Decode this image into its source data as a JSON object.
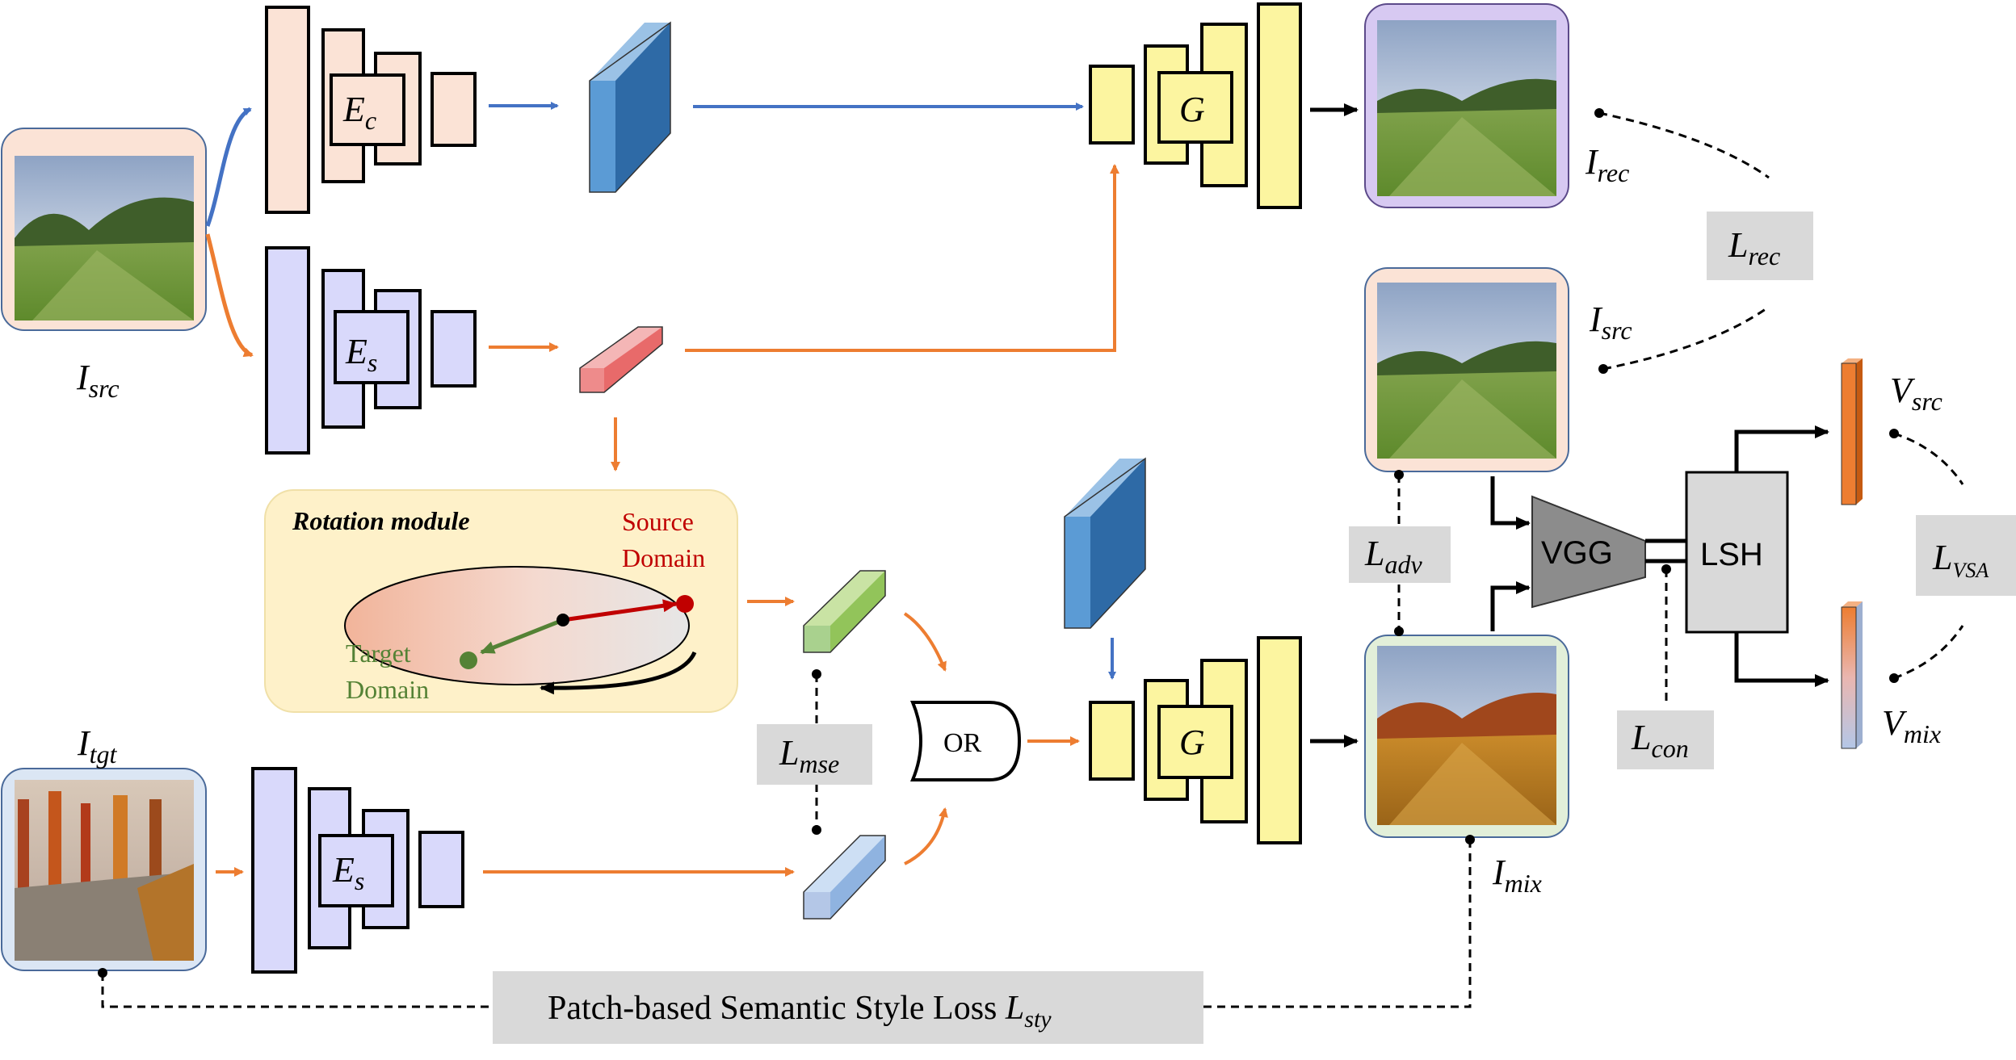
{
  "labels": {
    "i_src_left": {
      "main": "I",
      "sub": "src"
    },
    "i_tgt": {
      "main": "I",
      "sub": "tgt"
    },
    "i_rec": {
      "main": "I",
      "sub": "rec"
    },
    "i_src_right": {
      "main": "I",
      "sub": "src"
    },
    "i_mix": {
      "main": "I",
      "sub": "mix"
    },
    "enc_content": {
      "main": "E",
      "sub": "c"
    },
    "enc_style_top": {
      "main": "E",
      "sub": "s"
    },
    "enc_style_bottom": {
      "main": "E",
      "sub": "s"
    },
    "gen_top": "G",
    "gen_bottom": "G",
    "or_gate": "OR",
    "vgg": "VGG",
    "lsh": "LSH",
    "v_src": {
      "main": "V",
      "sub": "src"
    },
    "v_mix": {
      "main": "V",
      "sub": "mix"
    }
  },
  "losses": {
    "l_rec": {
      "main": "L",
      "sub": "rec"
    },
    "l_adv": {
      "main": "L",
      "sub": "adv"
    },
    "l_con": {
      "main": "L",
      "sub": "con"
    },
    "l_vsa": {
      "main": "L",
      "sub": "VSA"
    },
    "l_mse": {
      "main": "L",
      "sub": "mse"
    },
    "l_sty": {
      "prefix": "Patch-based Semantic Style Loss ",
      "main": "L",
      "sub": "sty"
    }
  },
  "rotation_module": {
    "title": "Rotation module",
    "source_line1": "Source",
    "source_line2": "Domain",
    "target_line1": "Target",
    "target_line2": "Domain"
  },
  "colors": {
    "content_encoder": "#fbe3d6",
    "style_encoder": "#d9d9fb",
    "generator": "#fcf5a0",
    "blue_arrow": "#4472c4",
    "orange_arrow": "#ed7d31",
    "loss_box": "#d9d9d9",
    "rotation_bg": "#fef1c9",
    "source_red": "#c00000",
    "target_green": "#548235"
  },
  "icons": [
    "autumn-forest-photo",
    "green-meadow-photo",
    "autumn-meadow-photo"
  ]
}
